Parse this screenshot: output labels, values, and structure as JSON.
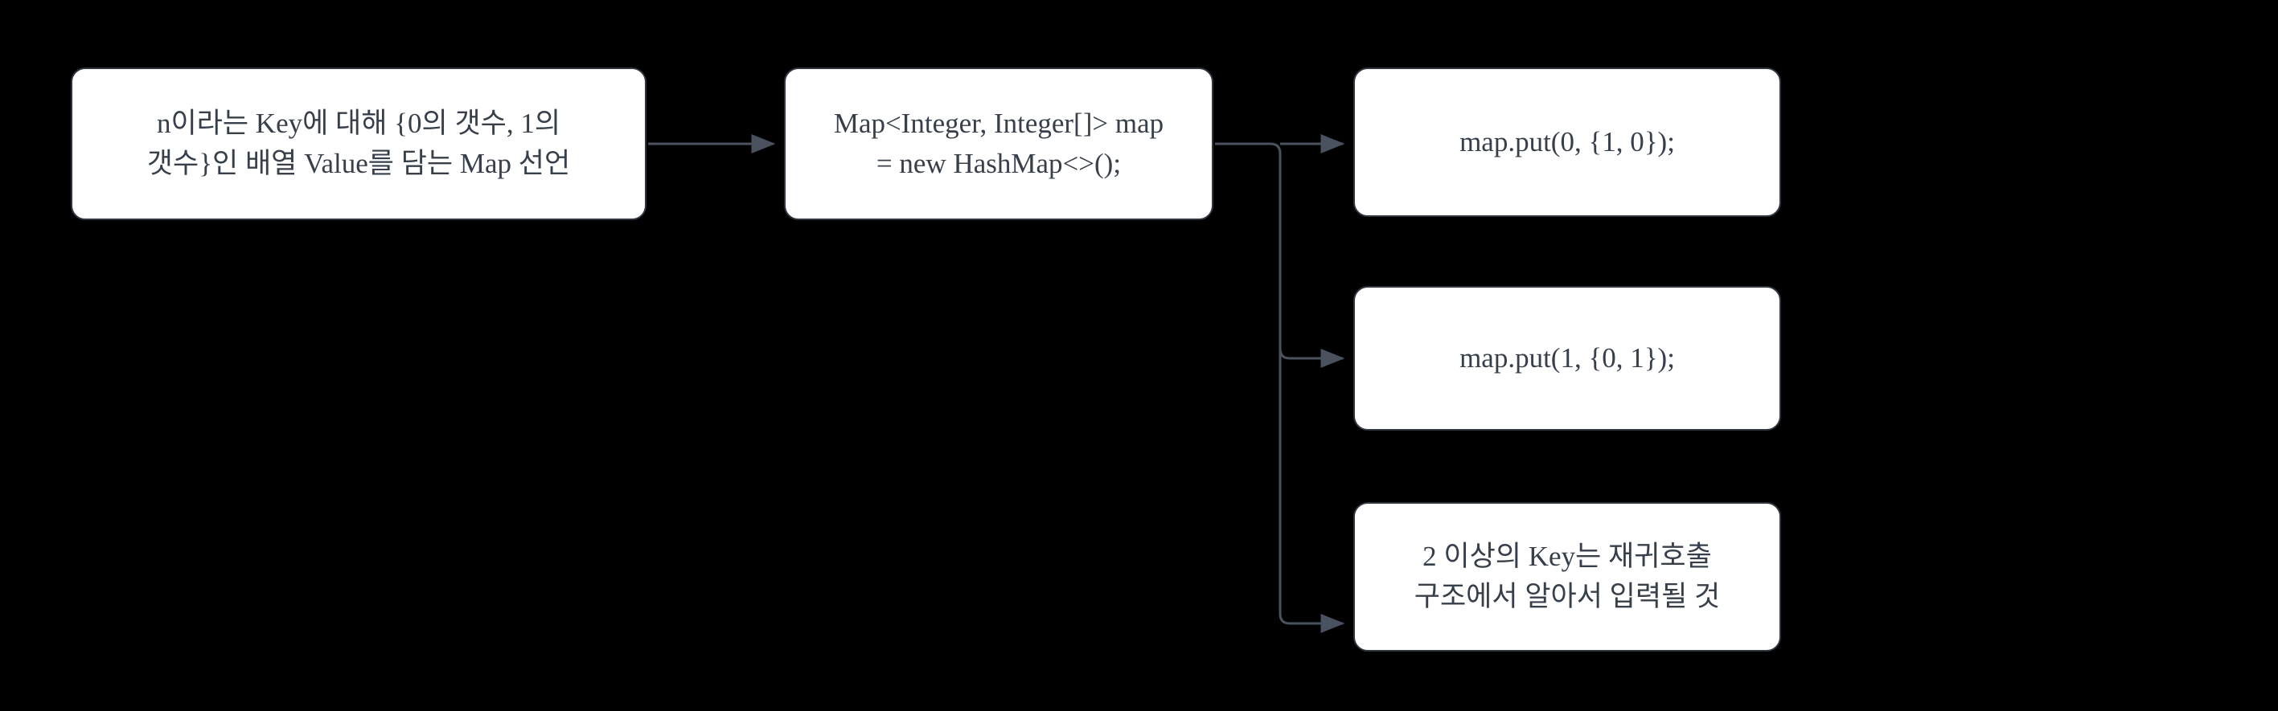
{
  "diagram": {
    "background_color": "#000000",
    "node_fill": "#ffffff",
    "node_border_color": "#2f3640",
    "text_color": "#373f4a",
    "connector_color": "#4a5260",
    "nodes": [
      {
        "id": "declare-map",
        "text": "n이라는 Key에 대해 {0의 갯수, 1의\n갯수}인 배열 Value를 담는 Map 선언"
      },
      {
        "id": "map-declaration-code",
        "text": "Map<Integer, Integer[]> map\n= new HashMap<>();"
      },
      {
        "id": "map-put-zero",
        "text": "map.put(0, {1, 0});"
      },
      {
        "id": "map-put-one",
        "text": "map.put(1, {0, 1});"
      },
      {
        "id": "recursive-note",
        "text": "2 이상의 Key는 재귀호출\n구조에서 알아서 입력될 것"
      }
    ],
    "edges": [
      {
        "id": "edge-declare-to-code",
        "from": "declare-map",
        "to": "map-declaration-code",
        "label": ""
      },
      {
        "id": "edge-code-to-put-zero",
        "from": "map-declaration-code",
        "to": "map-put-zero",
        "label": ""
      },
      {
        "id": "edge-code-to-put-one",
        "from": "map-declaration-code",
        "to": "map-put-one",
        "label": ""
      },
      {
        "id": "edge-code-to-note",
        "from": "map-declaration-code",
        "to": "recursive-note",
        "label": ""
      }
    ]
  }
}
